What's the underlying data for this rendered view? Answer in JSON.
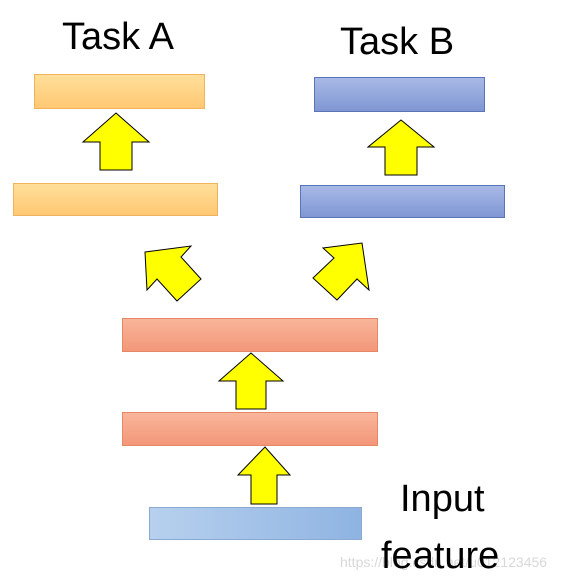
{
  "labels": {
    "task_a": "Task A",
    "task_b": "Task B",
    "input_line1": "Input",
    "input_line2": "feature"
  },
  "watermark": "https://blog.csdn.net/u012123456",
  "colors": {
    "task_a_layer": "#ffd27f",
    "task_b_layer": "#8fa5dc",
    "shared_layer": "#f6a88a",
    "input_layer": "#a6c4ea",
    "arrow_fill": "#ffff00",
    "arrow_stroke": "#000000"
  }
}
